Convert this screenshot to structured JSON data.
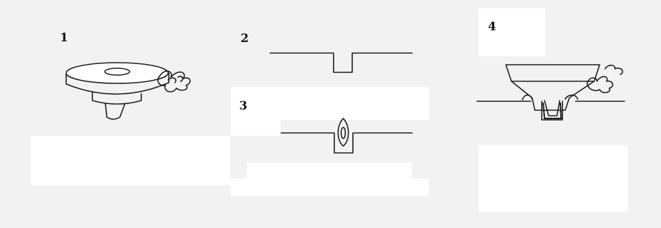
{
  "steps": [
    {
      "number": "1"
    },
    {
      "number": "2"
    },
    {
      "number": "3"
    },
    {
      "number": "4"
    }
  ],
  "colors": {
    "background": "#f2f2f2",
    "panel": "#ffffff",
    "ink": "#1a1a1a"
  }
}
